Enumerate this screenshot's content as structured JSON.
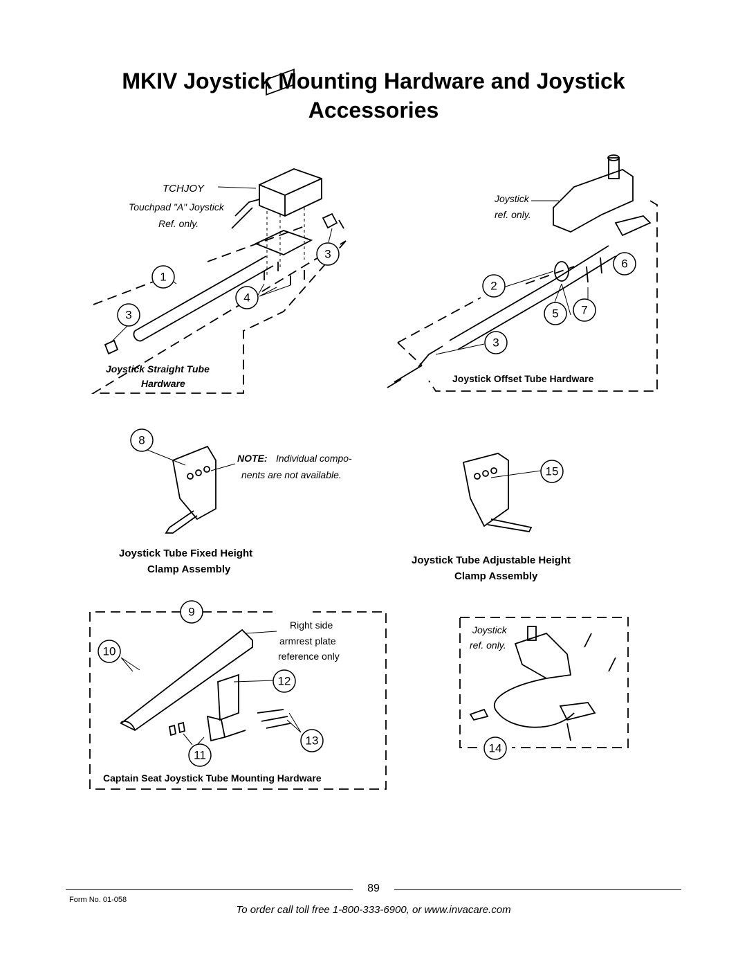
{
  "page": {
    "title_line1": "MKIV Joystick Mounting Hardware and Joystick",
    "title_line2": "Accessories",
    "page_number": "89",
    "form_number": "Form No.  01-058",
    "order_text": "To order call toll free 1-800-333-6900, or www.invacare.com"
  },
  "panels": {
    "straight_tube": {
      "caption_line1": "Joystick Straight Tube",
      "caption_line2": "Hardware",
      "label_tchjoy": "TCHJOY",
      "label_touchpad": "Touchpad \"A\" Joystick",
      "label_ref": "Ref. only.",
      "callouts": [
        "1",
        "3",
        "3",
        "4"
      ]
    },
    "offset_tube": {
      "caption": "Joystick Offset Tube Hardware",
      "label_joystick": "Joystick",
      "label_ref": "ref. only.",
      "callouts": [
        "2",
        "3",
        "5",
        "6",
        "7"
      ]
    },
    "fixed_clamp": {
      "caption_line1": "Joystick Tube Fixed Height",
      "caption_line2": "Clamp Assembly",
      "note_bold": "NOTE:",
      "note_text1": "Individual compo-",
      "note_text2": "nents are not available.",
      "callout": "8"
    },
    "adjustable_clamp": {
      "caption_line1": "Joystick Tube Adjustable Height",
      "caption_line2": "Clamp Assembly",
      "callout": "15"
    },
    "captain_seat": {
      "caption": "Captain Seat Joystick Tube Mounting Hardware",
      "label1": "Right side",
      "label2": "armrest plate",
      "label3": "reference only",
      "callouts": [
        "9",
        "10",
        "11",
        "12",
        "13"
      ]
    },
    "joystick_ref": {
      "label_joystick": "Joystick",
      "label_ref": "ref. only.",
      "callout": "14"
    }
  }
}
